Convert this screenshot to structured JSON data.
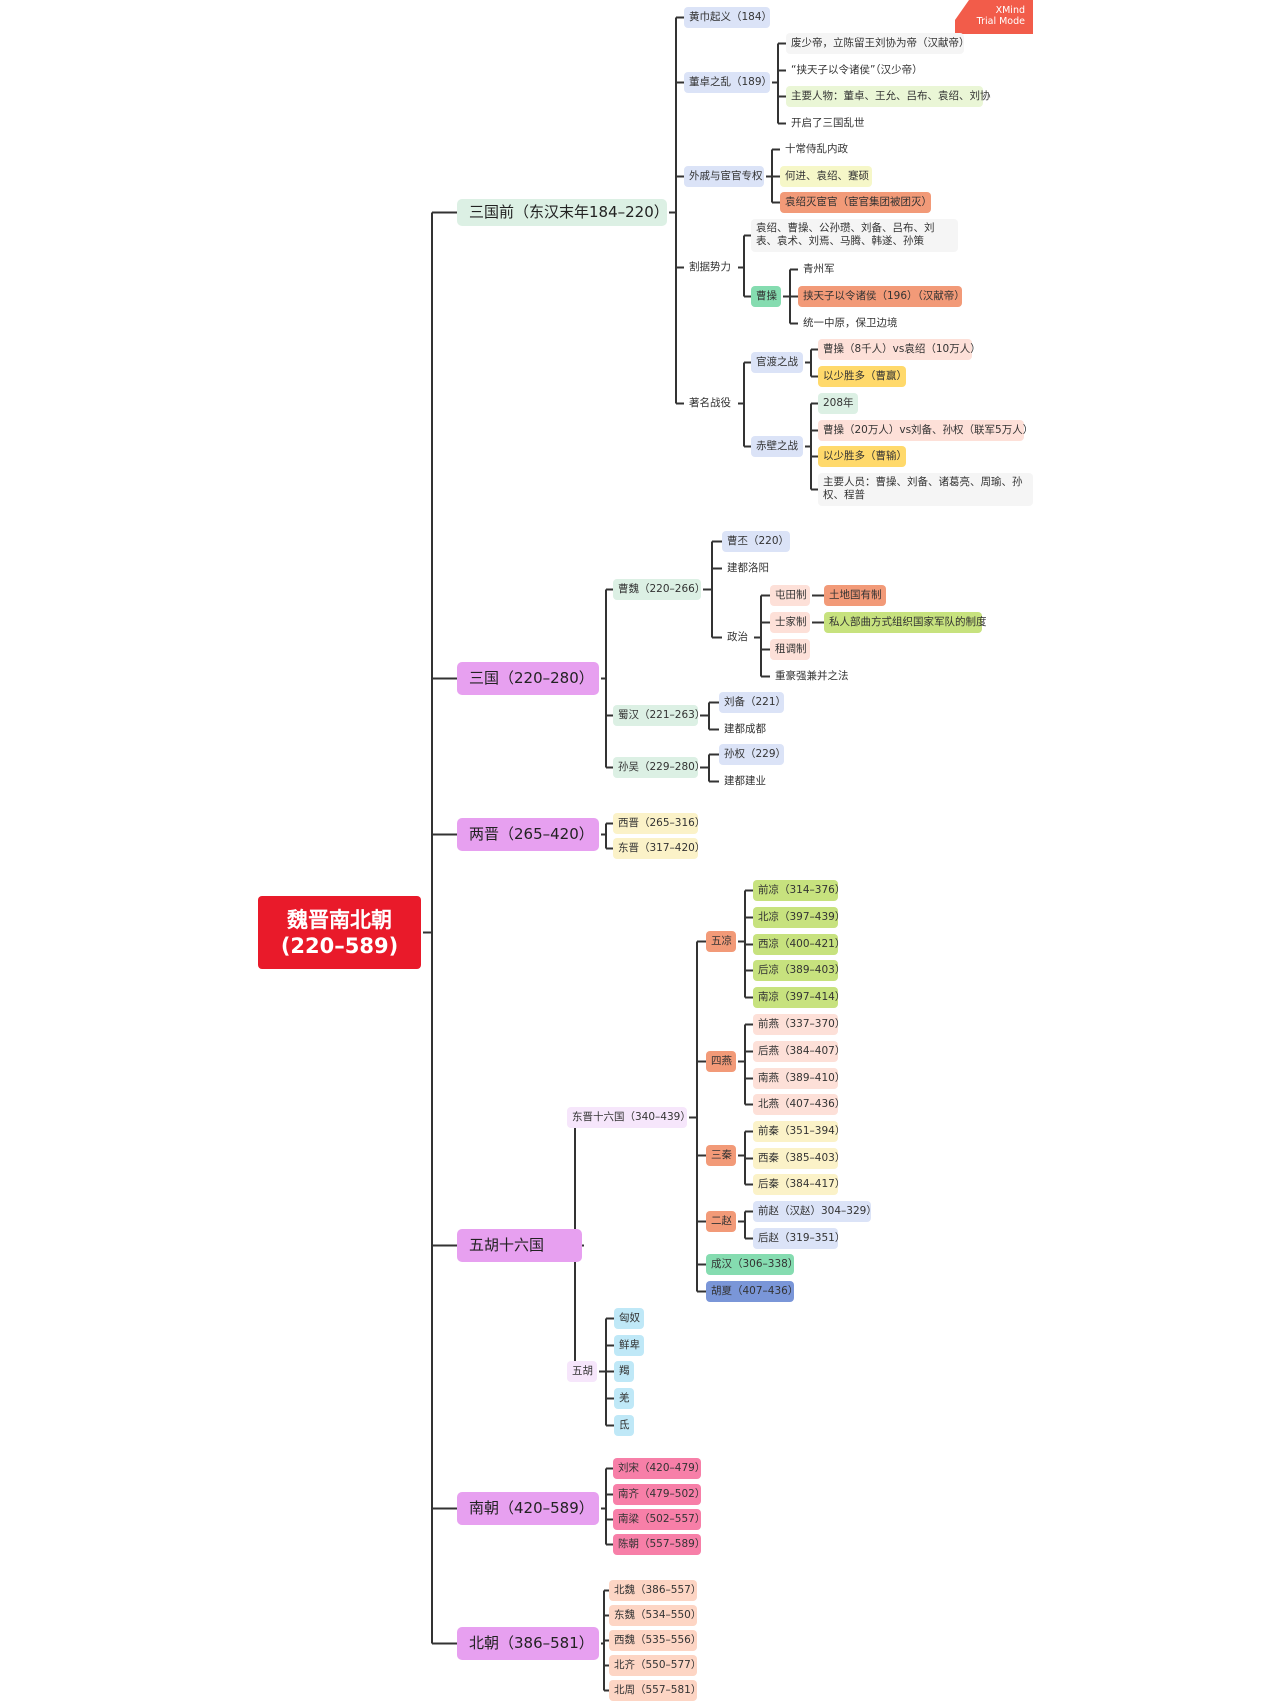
{
  "badge": {
    "line1": "XMind",
    "line2": "Trial Mode"
  },
  "colors": {
    "root": "#e91a2a",
    "green_l1": "#dcf0e4",
    "purple_l1": "#e7a0f0",
    "line": "#333333"
  },
  "root": {
    "text": "魏晋南北朝\n(220–589)"
  },
  "nodes": [
    {
      "text": "三国前（东汉末年184–220）"
    },
    {
      "text": "黄巾起义（184）"
    },
    {
      "text": "董卓之乱（189）"
    },
    {
      "text": "废少帝，立陈留王刘协为帝（汉献帝）"
    },
    {
      "text": "“挟天子以令诸侯”（汉少帝）"
    },
    {
      "text": "主要人物：董卓、王允、吕布、袁绍、刘协"
    },
    {
      "text": "开启了三国乱世"
    },
    {
      "text": "外戚与宦官专权"
    },
    {
      "text": "十常侍乱内政"
    },
    {
      "text": "何进、袁绍、蹇硕"
    },
    {
      "text": "袁绍灭宦官（宦官集团被团灭）"
    },
    {
      "text": "割据势力"
    },
    {
      "text": "袁绍、曹操、公孙瓒、刘备、吕布、刘表、袁术、刘焉、马腾、韩遂、孙策"
    },
    {
      "text": "曹操"
    },
    {
      "text": "青州军"
    },
    {
      "text": "挟天子以令诸侯（196）（汉献帝）"
    },
    {
      "text": "统一中原，保卫边境"
    },
    {
      "text": "著名战役"
    },
    {
      "text": "官渡之战"
    },
    {
      "text": "曹操（8千人）vs袁绍（10万人）"
    },
    {
      "text": "以少胜多（曹赢）"
    },
    {
      "text": "赤壁之战"
    },
    {
      "text": "208年"
    },
    {
      "text": "曹操（20万人）vs刘备、孙权（联军5万人）"
    },
    {
      "text": "以少胜多（曹输）"
    },
    {
      "text": "主要人员：曹操、刘备、诸葛亮、周瑜、孙权、程普"
    },
    {
      "text": "三国（220–280）"
    },
    {
      "text": "曹魏（220–266）"
    },
    {
      "text": "曹丕（220）"
    },
    {
      "text": "建都洛阳"
    },
    {
      "text": "政治"
    },
    {
      "text": "屯田制"
    },
    {
      "text": "土地国有制"
    },
    {
      "text": "士家制"
    },
    {
      "text": "私人部曲方式组织国家军队的制度"
    },
    {
      "text": "租调制"
    },
    {
      "text": "重豪强兼并之法"
    },
    {
      "text": "蜀汉（221–263）"
    },
    {
      "text": "刘备（221）"
    },
    {
      "text": "建都成都"
    },
    {
      "text": "孙吴（229–280）"
    },
    {
      "text": "孙权（229）"
    },
    {
      "text": "建都建业"
    },
    {
      "text": "两晋（265–420）"
    },
    {
      "text": "西晋（265–316）"
    },
    {
      "text": "东晋（317–420）"
    },
    {
      "text": "五胡十六国"
    },
    {
      "text": "东晋十六国（340–439）"
    },
    {
      "text": "五凉"
    },
    {
      "text": "前凉（314–376）"
    },
    {
      "text": "北凉（397–439）"
    },
    {
      "text": "西凉（400–421）"
    },
    {
      "text": "后凉（389–403）"
    },
    {
      "text": "南凉（397–414）"
    },
    {
      "text": "四燕"
    },
    {
      "text": "前燕（337–370）"
    },
    {
      "text": "后燕（384–407）"
    },
    {
      "text": "南燕（389–410）"
    },
    {
      "text": "北燕（407–436）"
    },
    {
      "text": "三秦"
    },
    {
      "text": "前秦（351–394）"
    },
    {
      "text": "西秦（385–403）"
    },
    {
      "text": "后秦（384–417）"
    },
    {
      "text": "二赵"
    },
    {
      "text": "前赵（汉赵）304–329）"
    },
    {
      "text": "后赵（319–351）"
    },
    {
      "text": "成汉（306–338）"
    },
    {
      "text": "胡夏（407–436）"
    },
    {
      "text": "五胡"
    },
    {
      "text": "匈奴"
    },
    {
      "text": "鲜卑"
    },
    {
      "text": "羯"
    },
    {
      "text": "羌"
    },
    {
      "text": "氐"
    },
    {
      "text": "南朝（420–589）"
    },
    {
      "text": "刘宋（420–479）"
    },
    {
      "text": "南齐（479–502）"
    },
    {
      "text": "南梁（502–557）"
    },
    {
      "text": "陈朝（557–589）"
    },
    {
      "text": "北朝（386–581）"
    },
    {
      "text": "北魏（386–557）"
    },
    {
      "text": "东魏（534–550）"
    },
    {
      "text": "西魏（535–556）"
    },
    {
      "text": "北齐（550–577）"
    },
    {
      "text": "北周（557–581）"
    }
  ]
}
